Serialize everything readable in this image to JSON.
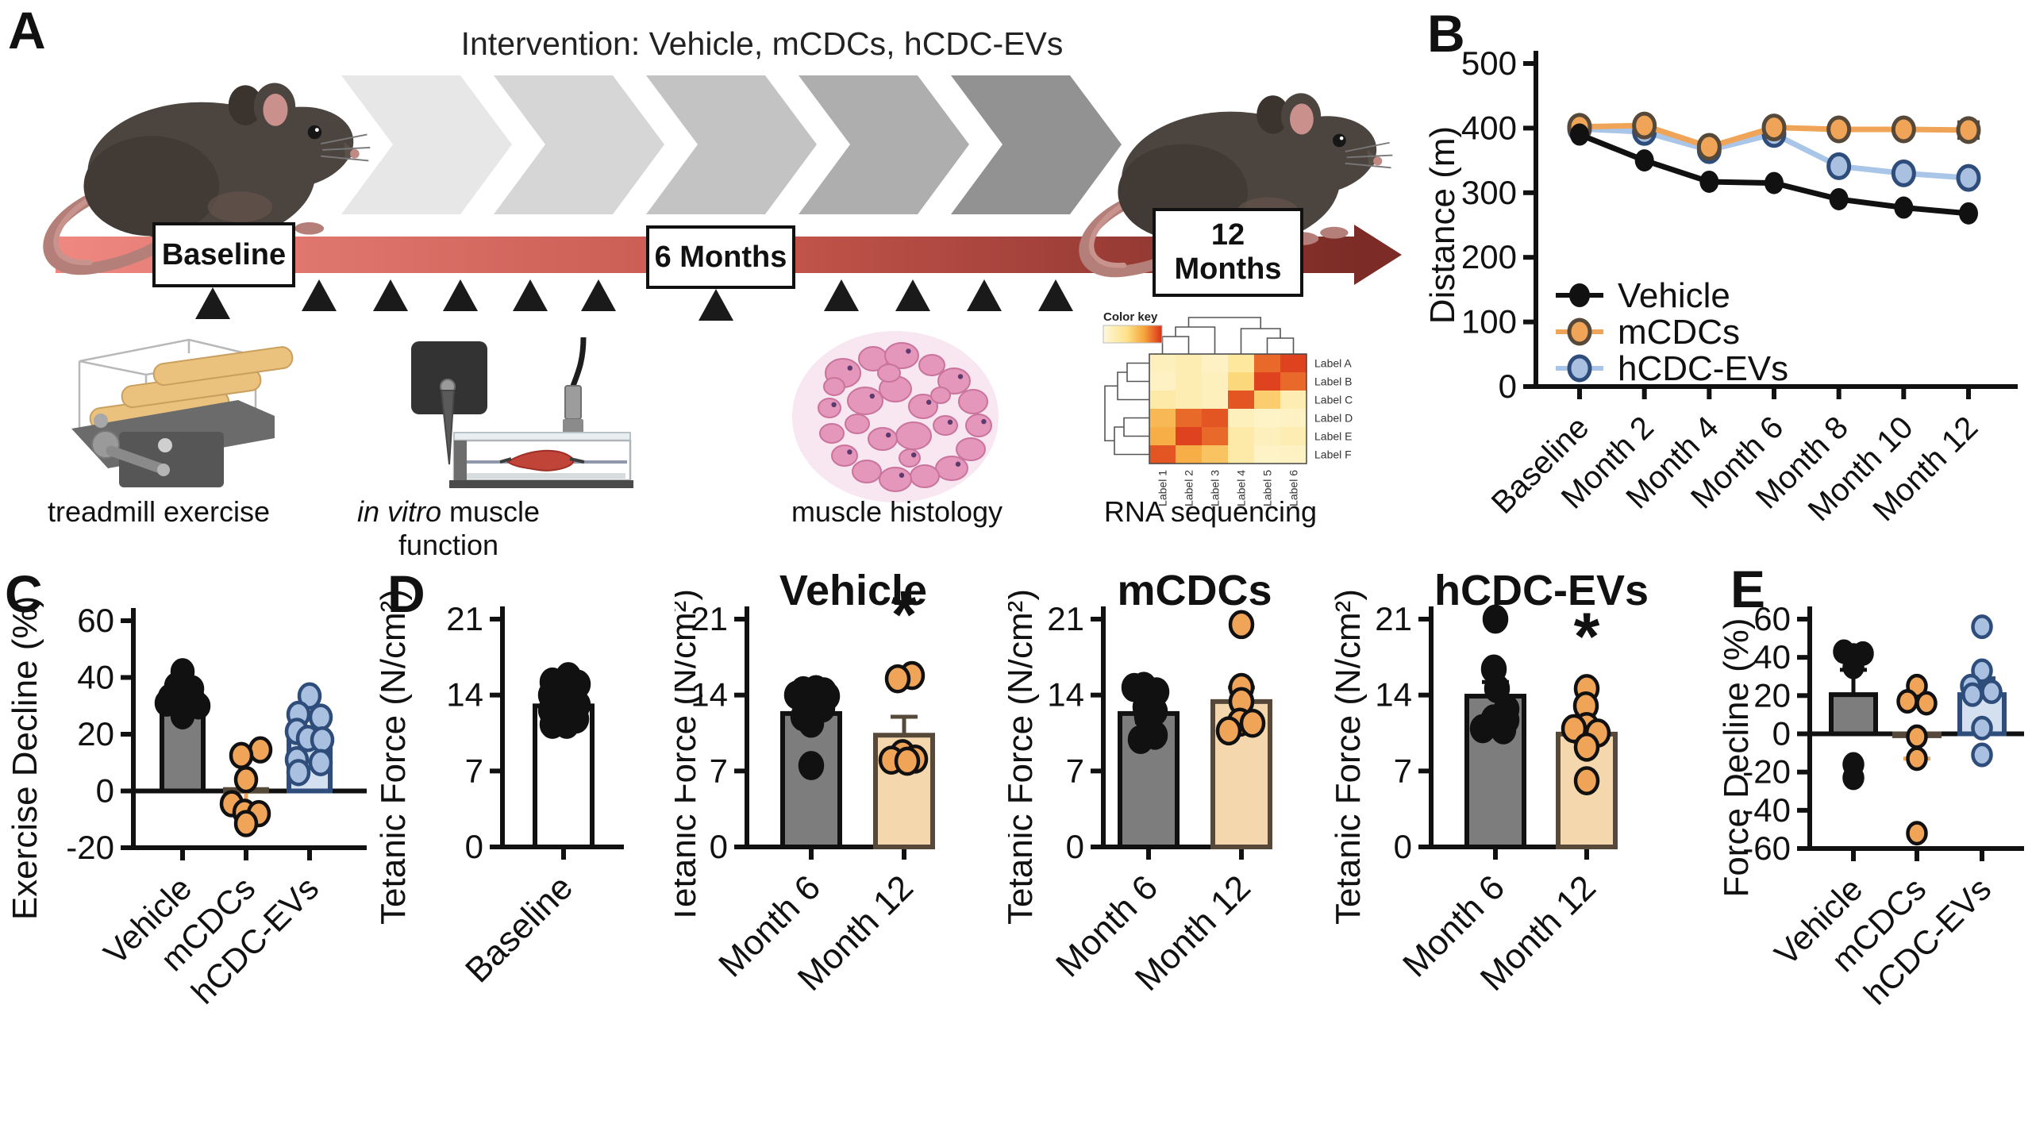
{
  "panel_labels": {
    "a": "A",
    "b": "B",
    "c": "C",
    "d": "D",
    "e": "E"
  },
  "panel_a": {
    "title": "Intervention: Vehicle, mCDCs, hCDC-EVs",
    "boxes": {
      "baseline": "Baseline",
      "six_months": "6 Months",
      "twelve_months": "12 Months"
    },
    "captions": {
      "treadmill": "treadmill exercise",
      "invitro_italic": "in vitro",
      "invitro_rest": " muscle function",
      "histology": "muscle histology",
      "rna": "RNA sequencing"
    },
    "chevron_colors": [
      "#e7e7e7",
      "#d6d6d6",
      "#c3c3c3",
      "#aeaeae",
      "#929292"
    ],
    "timeline_colors": {
      "start": "#ee8880",
      "mid": "#c4554c",
      "end": "#7c2b26"
    },
    "heatmap": {
      "color_key": "Color key",
      "rows": [
        "Label A",
        "Label B",
        "Label C",
        "Label D",
        "Label E",
        "Label F"
      ],
      "cols": [
        "Label 1",
        "Label 2",
        "Label 3",
        "Label 4",
        "Label 5",
        "Label 6"
      ],
      "matrix": [
        [
          0.15,
          0.2,
          0.12,
          0.3,
          0.85,
          0.95
        ],
        [
          0.12,
          0.2,
          0.15,
          0.45,
          0.95,
          0.85
        ],
        [
          0.25,
          0.2,
          0.15,
          0.9,
          0.5,
          0.2
        ],
        [
          0.6,
          0.85,
          0.9,
          0.15,
          0.1,
          0.12
        ],
        [
          0.65,
          0.95,
          0.85,
          0.25,
          0.15,
          0.2
        ],
        [
          0.9,
          0.65,
          0.55,
          0.25,
          0.1,
          0.12
        ]
      ]
    }
  },
  "chart_data": [
    {
      "id": "B",
      "type": "line",
      "title": "",
      "ylabel": "Distance (m)",
      "ymin": 0,
      "ymax": 500,
      "yticks": [
        0,
        100,
        200,
        300,
        400,
        500
      ],
      "categories": [
        "Baseline",
        "Month 2",
        "Month 4",
        "Month 6",
        "Month 8",
        "Month 10",
        "Month 12"
      ],
      "legend_position": "bottom-left-inside",
      "grid": false,
      "series": [
        {
          "name": "Vehicle",
          "line": "#111111",
          "fill": "#111111",
          "stroke": "#111111",
          "values": [
            390,
            350,
            317,
            315,
            290,
            277,
            268
          ]
        },
        {
          "name": "mCDCs",
          "line": "#f0a458",
          "fill": "#f0a458",
          "stroke": "#57493a",
          "values": [
            402,
            404,
            371,
            401,
            398,
            398,
            397
          ],
          "err_last": 12
        },
        {
          "name": "hCDC-EVs",
          "line": "#a9c6e8",
          "fill": "#a9c0e0",
          "stroke": "#2e4d7b",
          "values": [
            399,
            394,
            366,
            391,
            341,
            330,
            323
          ]
        }
      ]
    },
    {
      "id": "C",
      "type": "bar",
      "title": "",
      "ylabel": "Exercise Decline (%)",
      "ymin": -20,
      "ymax": 60,
      "yticks": [
        -20,
        0,
        20,
        40,
        60
      ],
      "zero_line": true,
      "groups": [
        {
          "label": "Vehicle",
          "bar": 32,
          "err_up": 2.5,
          "err_color": "#111111",
          "fill": "#7d7d7d",
          "stroke": "#111111",
          "dot_fill": "#111111",
          "dot_stroke": "#111111",
          "dots": [
            [
              0,
              42
            ],
            [
              -8,
              37
            ],
            [
              12,
              36
            ],
            [
              -16,
              33
            ],
            [
              14,
              32
            ],
            [
              -20,
              31
            ],
            [
              6,
              31
            ],
            [
              20,
              30
            ],
            [
              -2,
              29.5
            ],
            [
              0,
              26.5
            ]
          ]
        },
        {
          "label": "mCDCs",
          "bar": 0.5,
          "err_down": 6,
          "err_color": "#f0a458",
          "fill": "#f4d7ad",
          "stroke": "#57493a",
          "dot_fill": "#f0a458",
          "dot_stroke": "#111111",
          "dots": [
            [
              18,
              14.5
            ],
            [
              -6,
              12.5
            ],
            [
              0,
              4
            ],
            [
              -18,
              -4.5
            ],
            [
              -2,
              -7.5
            ],
            [
              16,
              -8
            ],
            [
              0,
              -11.5
            ]
          ]
        },
        {
          "label": "hCDC-EVs",
          "bar": 18.5,
          "err_up": 3,
          "err_color": "#2e4d7b",
          "fill": "#d4e0f0",
          "stroke": "#2e4d7b",
          "dot_fill": "#a9c0e0",
          "dot_stroke": "#2e4d7b",
          "dots": [
            [
              0,
              33.5
            ],
            [
              -14,
              27
            ],
            [
              14,
              26
            ],
            [
              -16,
              21
            ],
            [
              -2,
              18.5
            ],
            [
              16,
              18
            ],
            [
              -16,
              11
            ],
            [
              14,
              10
            ],
            [
              -14,
              6.5
            ]
          ]
        }
      ]
    },
    {
      "id": "D1",
      "type": "bar",
      "title": "",
      "ylabel": "Tetanic Force (N/cm²)",
      "ymin": 0,
      "ymax": 21,
      "yticks": [
        0,
        7,
        14,
        21
      ],
      "zero_line": false,
      "groups": [
        {
          "label": "Baseline",
          "bar": 13,
          "err_up": 0.4,
          "err_color": "#111111",
          "fill": "#ffffff",
          "stroke": "#111111",
          "dot_fill": "#111111",
          "dot_stroke": "#111111",
          "dots": [
            [
              6,
              15.7
            ],
            [
              -14,
              15.2
            ],
            [
              18,
              15
            ],
            [
              -16,
              14
            ],
            [
              2,
              13.6
            ],
            [
              18,
              13.1
            ],
            [
              -16,
              12.6
            ],
            [
              0,
              12.2
            ],
            [
              16,
              11.8
            ],
            [
              -14,
              11.3
            ],
            [
              4,
              11.3
            ]
          ]
        }
      ]
    },
    {
      "id": "D2",
      "type": "bar",
      "title": "Vehicle",
      "ylabel": "Tetanic Force (N/cm²)",
      "ymin": 0,
      "ymax": 21,
      "yticks": [
        0,
        7,
        14,
        21
      ],
      "zero_line": false,
      "groups": [
        {
          "label": "Month 6",
          "bar": 12.3,
          "fill": "#7d7d7d",
          "stroke": "#111111",
          "dot_fill": "#111111",
          "dot_stroke": "#111111",
          "dots": [
            [
              6,
              14.5
            ],
            [
              -10,
              14.4
            ],
            [
              16,
              14.3
            ],
            [
              -18,
              14
            ],
            [
              20,
              13.9
            ],
            [
              -8,
              13.3
            ],
            [
              4,
              13
            ],
            [
              14,
              12.8
            ],
            [
              -10,
              12
            ],
            [
              0,
              11.4
            ],
            [
              0,
              7.5
            ]
          ]
        },
        {
          "label": "Month 12",
          "bar": 10.3,
          "err_up": 1.7,
          "err_color": "#57493a",
          "sig": "*",
          "sig_y": 19.3,
          "fill": "#f4d7ad",
          "stroke": "#57493a",
          "dot_fill": "#f0a458",
          "dot_stroke": "#111111",
          "dots": [
            [
              10,
              15.8
            ],
            [
              -8,
              15.5
            ],
            [
              -2,
              8.6
            ],
            [
              14,
              8.1
            ],
            [
              -16,
              8
            ],
            [
              4,
              7.9
            ]
          ]
        }
      ]
    },
    {
      "id": "D3",
      "type": "bar",
      "title": "mCDCs",
      "ylabel": "Tetanic Force (N/cm²)",
      "ymin": 0,
      "ymax": 21,
      "yticks": [
        0,
        7,
        14,
        21
      ],
      "zero_line": false,
      "groups": [
        {
          "label": "Month 6",
          "bar": 12.3,
          "err_up": 0.9,
          "err_down": 0.8,
          "err_color": "#111111",
          "fill": "#7d7d7d",
          "stroke": "#111111",
          "dot_fill": "#111111",
          "dot_stroke": "#111111",
          "dots": [
            [
              -6,
              14.8
            ],
            [
              -18,
              14.7
            ],
            [
              10,
              14.3
            ],
            [
              -4,
              12.9
            ],
            [
              8,
              12.5
            ],
            [
              -2,
              12
            ],
            [
              8,
              10.3
            ],
            [
              -10,
              9.9
            ]
          ]
        },
        {
          "label": "Month 12",
          "bar": 13.4,
          "err_up": 1.3,
          "err_down": 1.7,
          "err_color": "#57493a",
          "fill": "#f4d7ad",
          "stroke": "#57493a",
          "dot_fill": "#f0a458",
          "dot_stroke": "#111111",
          "dots": [
            [
              0,
              20.5
            ],
            [
              0,
              14.7
            ],
            [
              0,
              13.4
            ],
            [
              -2,
              11.5
            ],
            [
              14,
              11.4
            ],
            [
              -16,
              10.7
            ]
          ]
        }
      ]
    },
    {
      "id": "D4",
      "type": "bar",
      "title": "hCDC-EVs",
      "ylabel": "Tetanic Force (N/cm²)",
      "ymin": 0,
      "ymax": 21,
      "yticks": [
        0,
        7,
        14,
        21
      ],
      "zero_line": false,
      "groups": [
        {
          "label": "Month 6",
          "bar": 13.9,
          "err_up": 1.3,
          "err_color": "#111111",
          "fill": "#7d7d7d",
          "stroke": "#111111",
          "dot_fill": "#111111",
          "dot_stroke": "#111111",
          "dots": [
            [
              0,
              21
            ],
            [
              -2,
              16.4
            ],
            [
              2,
              14.6
            ],
            [
              14,
              12.7
            ],
            [
              -2,
              11.8
            ],
            [
              14,
              11.7
            ],
            [
              -16,
              10.9
            ],
            [
              10,
              10.8
            ]
          ]
        },
        {
          "label": "Month 12",
          "bar": 10.4,
          "err_up": 1.2,
          "err_down": 0.7,
          "err_color": "#57493a",
          "sig": "*",
          "sig_y": 17.3,
          "fill": "#f4d7ad",
          "stroke": "#57493a",
          "dot_fill": "#f0a458",
          "dot_stroke": "#111111",
          "dots": [
            [
              0,
              14.6
            ],
            [
              -1,
              13
            ],
            [
              0,
              11.1
            ],
            [
              -16,
              10.9
            ],
            [
              14,
              10.5
            ],
            [
              0,
              9.2
            ],
            [
              0,
              6.1
            ]
          ]
        }
      ]
    },
    {
      "id": "E",
      "type": "bar",
      "title": "",
      "ylabel": "Force Decline (%)",
      "ymin": -60,
      "ymax": 60,
      "yticks": [
        -60,
        -40,
        -20,
        0,
        20,
        40,
        60
      ],
      "zero_line": true,
      "groups": [
        {
          "label": "Vehicle",
          "bar": 20.5,
          "err_up": 13,
          "err_color": "#111111",
          "fill": "#7d7d7d",
          "stroke": "#111111",
          "dot_fill": "#111111",
          "dot_stroke": "#111111",
          "dots": [
            [
              -12,
              43
            ],
            [
              12,
              42
            ],
            [
              0,
              41
            ],
            [
              0,
              35
            ],
            [
              0,
              -16
            ],
            [
              0,
              -23
            ]
          ]
        },
        {
          "label": "mCDCs",
          "bar": -1,
          "err_down": 12,
          "err_color": "#f0a458",
          "fill": "#f4d7ad",
          "stroke": "#57493a",
          "dot_fill": "#f0a458",
          "dot_stroke": "#111111",
          "dots": [
            [
              0,
              25
            ],
            [
              -12,
              17
            ],
            [
              12,
              16
            ],
            [
              0,
              -1.5
            ],
            [
              0,
              -13
            ],
            [
              0,
              -52
            ]
          ]
        },
        {
          "label": "hCDC-EVs",
          "bar": 20.5,
          "err_up": 8.5,
          "err_color": "#2e4d7b",
          "fill": "#d4e0f0",
          "stroke": "#2e4d7b",
          "dot_fill": "#a9c0e0",
          "dot_stroke": "#2e4d7b",
          "dots": [
            [
              0,
              56
            ],
            [
              0,
              33
            ],
            [
              -14,
              25
            ],
            [
              12,
              22
            ],
            [
              -12,
              20.5
            ],
            [
              0,
              3
            ],
            [
              0,
              -11
            ]
          ]
        }
      ]
    }
  ]
}
